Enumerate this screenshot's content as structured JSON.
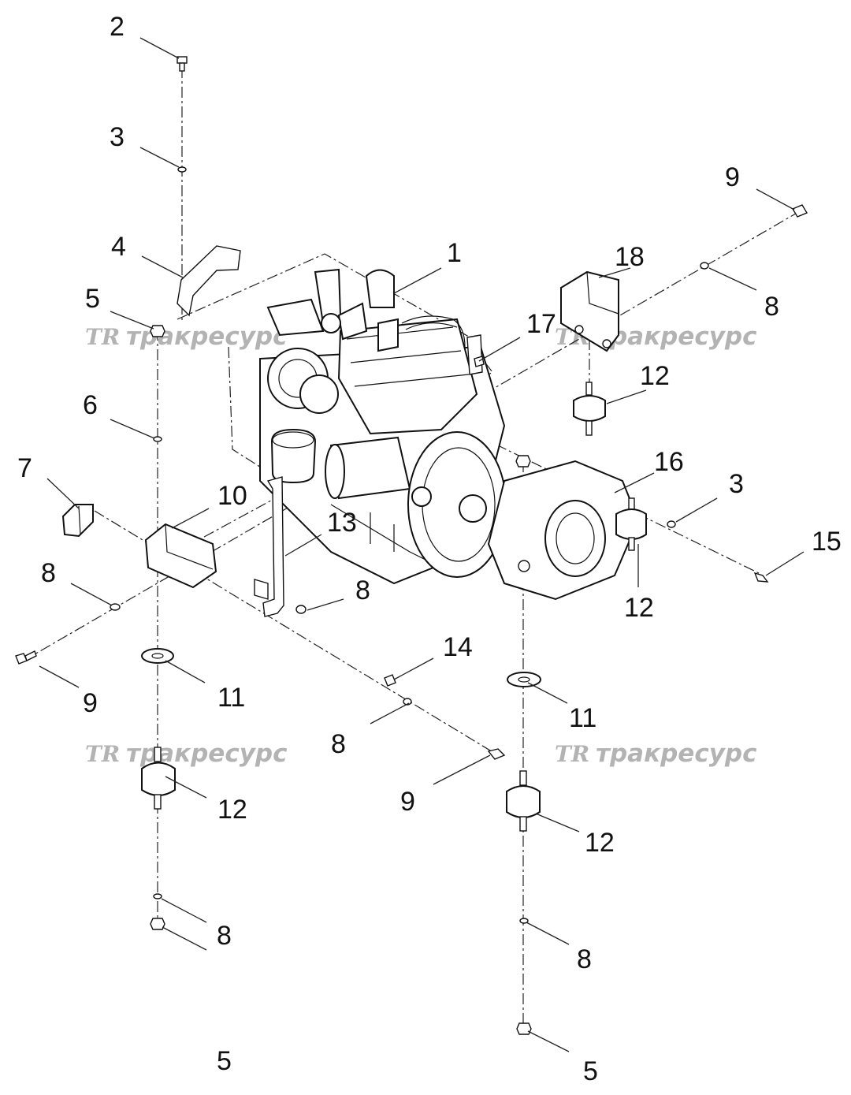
{
  "watermark": {
    "logo": "TR",
    "text": "тракресурс"
  },
  "callouts": {
    "c1": "1",
    "c2": "2",
    "c3a": "3",
    "c3b": "3",
    "c4": "4",
    "c5a": "5",
    "c5b": "5",
    "c5c": "5",
    "c6": "6",
    "c7": "7",
    "c8a": "8",
    "c8b": "8",
    "c8c": "8",
    "c8d": "8",
    "c8e": "8",
    "c8f": "8",
    "c9a": "9",
    "c9b": "9",
    "c9c": "9",
    "c10": "10",
    "c11a": "11",
    "c11b": "11",
    "c12a": "12",
    "c12b": "12",
    "c12c": "12",
    "c12d": "12",
    "c13": "13",
    "c14": "14",
    "c15": "15",
    "c16": "16",
    "c17": "17",
    "c18": "18"
  }
}
